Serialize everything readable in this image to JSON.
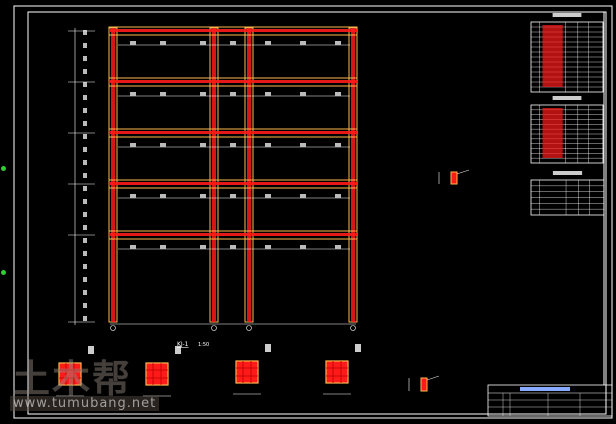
{
  "drawing": {
    "frame_label": "KJ-1",
    "scale_label": "1:50",
    "colors": {
      "background": "#000000",
      "lines": "#ffffff",
      "concrete": "#ff1a1a",
      "rebar": "#ffb84d",
      "gray": "#bbbbbb"
    }
  },
  "watermark": {
    "logo": "土木帮",
    "url": "www.tumubang.net"
  }
}
